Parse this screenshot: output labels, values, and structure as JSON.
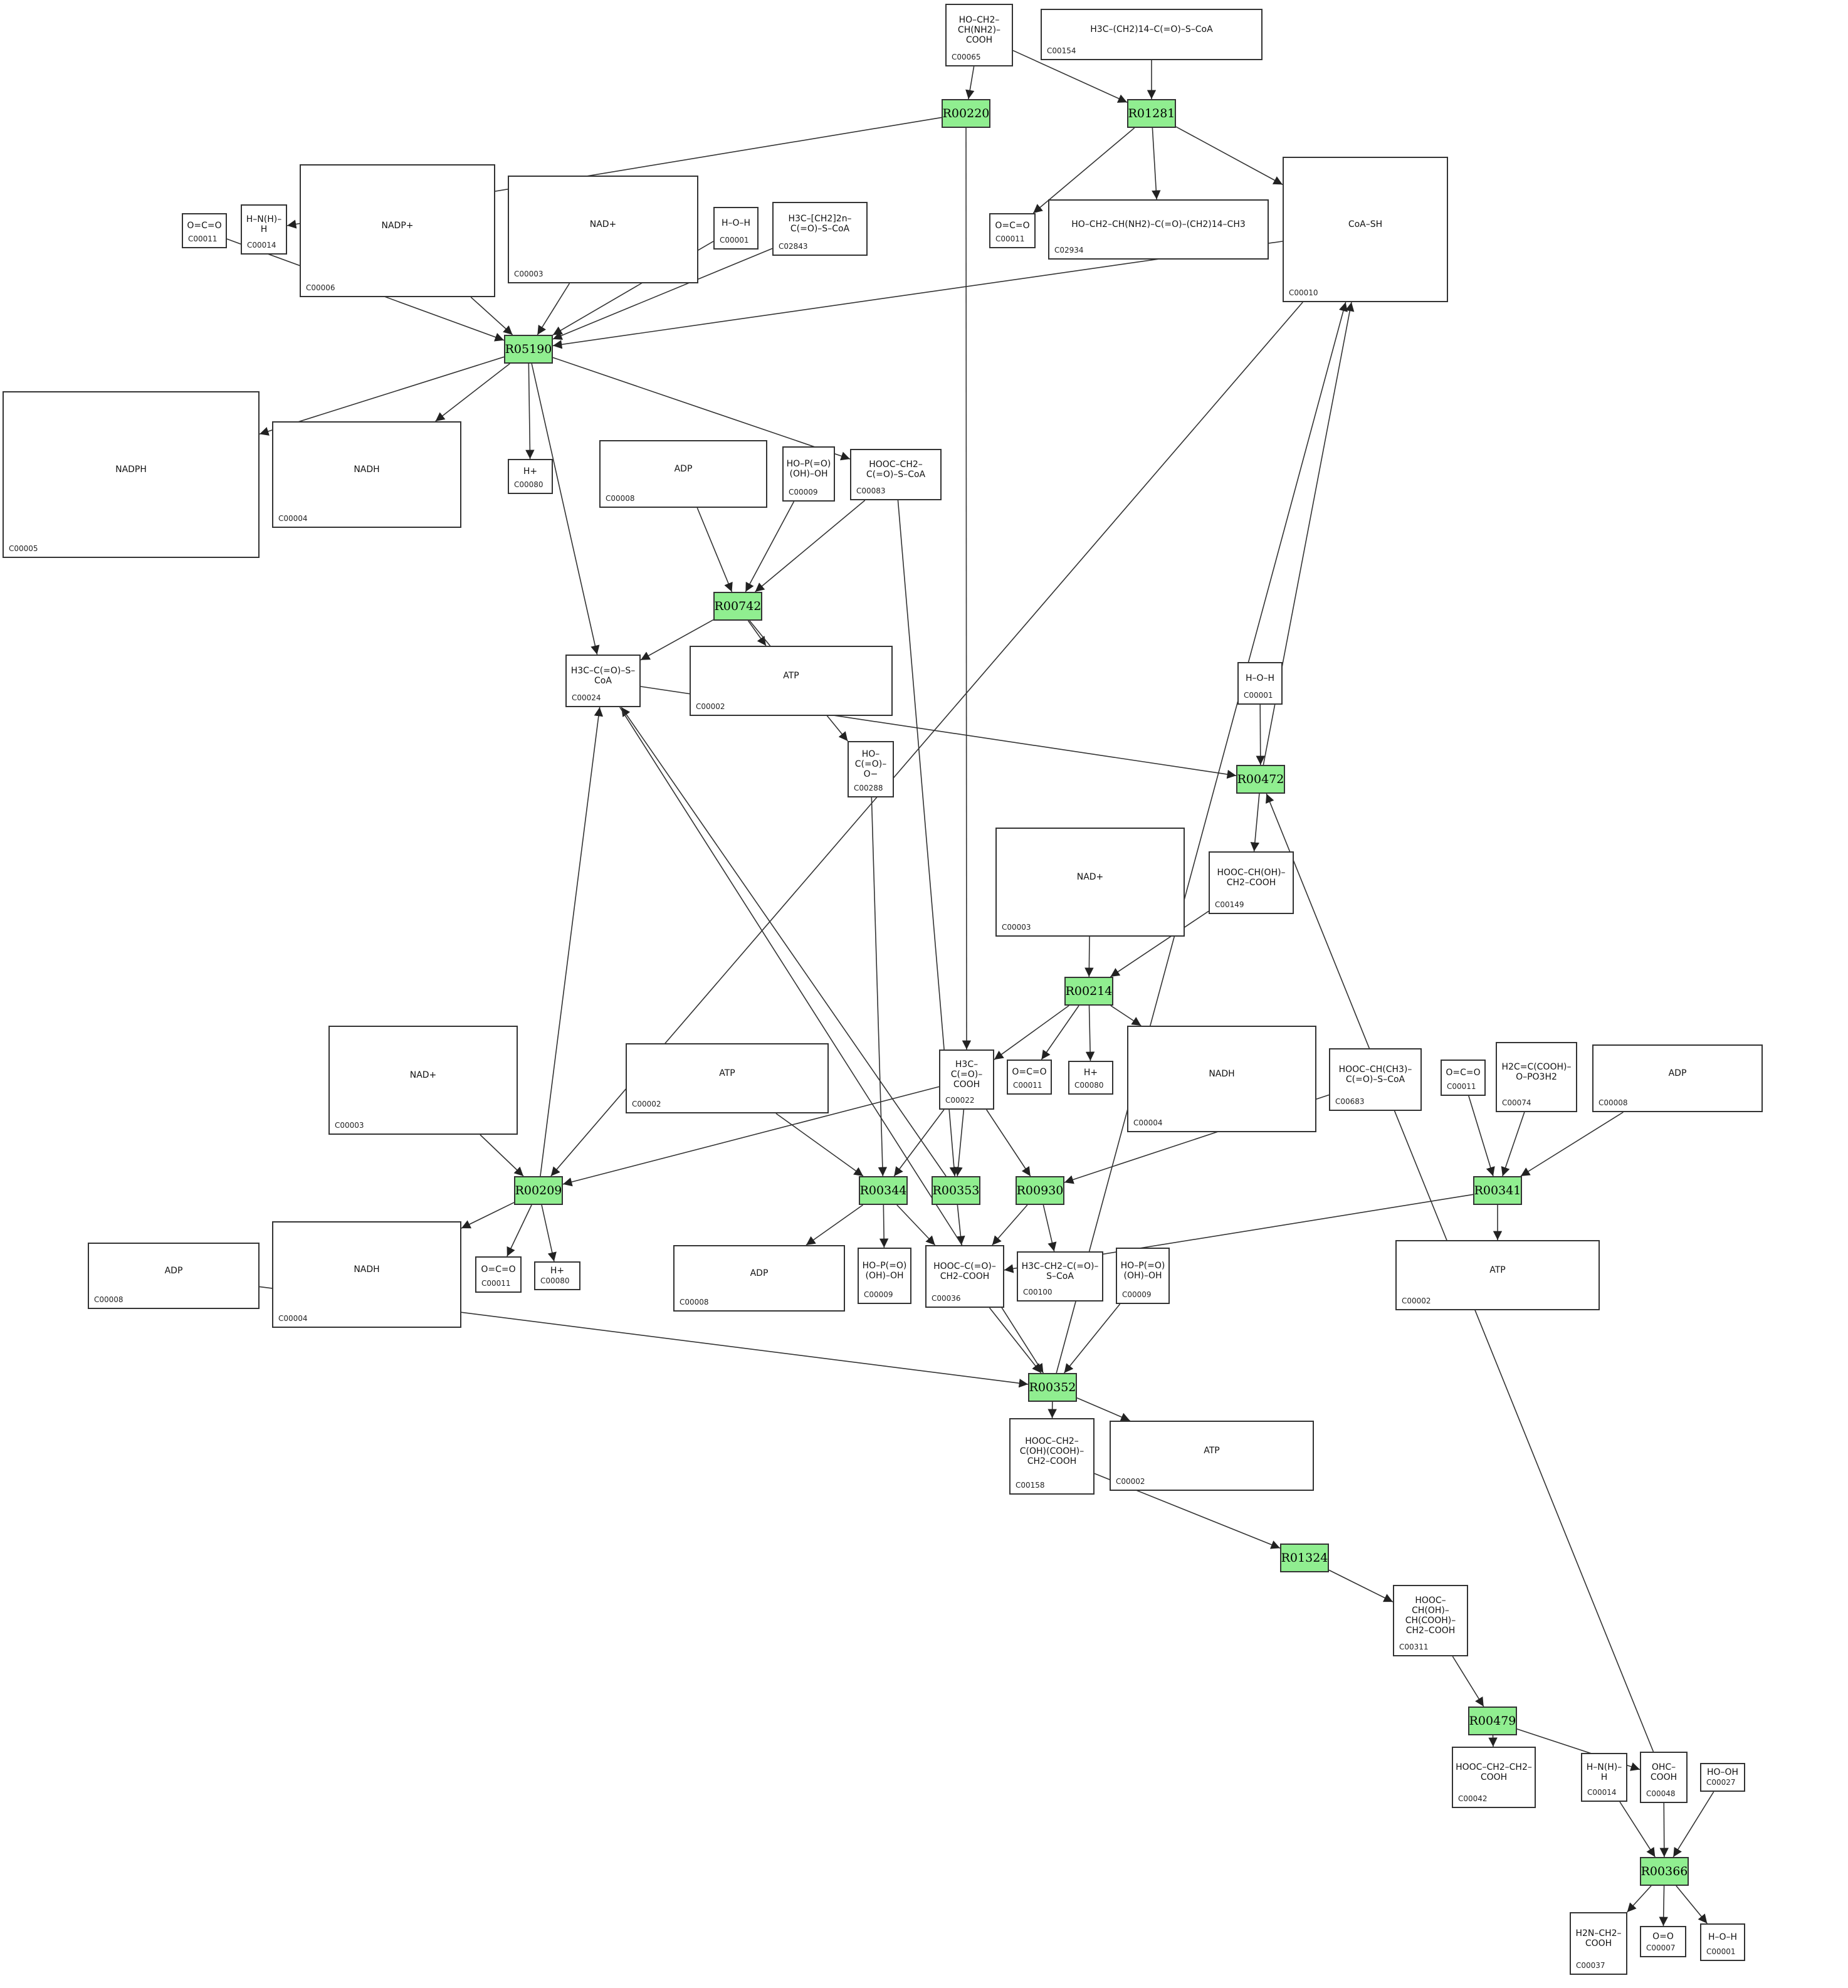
{
  "compounds": [
    {
      "id": "n_c00065",
      "label": "C00065",
      "formula": "HO–CH2–CH(NH2)–COOH"
    },
    {
      "id": "n_c00154",
      "label": "C00154",
      "formula": "H3C–(CH2)14–C(=O)–S–CoA"
    },
    {
      "id": "n_c00011a",
      "label": "C00011",
      "formula": "O=C=O"
    },
    {
      "id": "n_c00014a",
      "label": "C00014",
      "formula": "H–N(H)–H"
    },
    {
      "id": "n_c00006",
      "label": "C00006",
      "formula": "NADP+"
    },
    {
      "id": "n_c00003a",
      "label": "C00003",
      "formula": "NAD+"
    },
    {
      "id": "n_c00001a",
      "label": "C00001",
      "formula": "H–O–H"
    },
    {
      "id": "n_c02843",
      "label": "C02843",
      "formula": "H3C–[CH2]2n–C(=O)–S–CoA"
    },
    {
      "id": "n_c00011b",
      "label": "C00011",
      "formula": "O=C=O"
    },
    {
      "id": "n_c02934",
      "label": "C02934",
      "formula": "HO–CH2–CH(NH2)–C(=O)–(CH2)14–CH3"
    },
    {
      "id": "n_c00010",
      "label": "C00010",
      "formula": "CoA–SH"
    },
    {
      "id": "n_c00005",
      "label": "C00005",
      "formula": "NADPH"
    },
    {
      "id": "n_c00004a",
      "label": "C00004",
      "formula": "NADH"
    },
    {
      "id": "n_c00080a",
      "label": "C00080",
      "formula": "H+"
    },
    {
      "id": "n_c00008",
      "label": "C00008",
      "formula": "ADP"
    },
    {
      "id": "n_c00009a",
      "label": "C00009",
      "formula": "HO–P(=O)(OH)–OH"
    },
    {
      "id": "n_c00083",
      "label": "C00083",
      "formula": "HOOC–CH2–C(=O)–S–CoA"
    },
    {
      "id": "n_c00024",
      "label": "C00024",
      "formula": "H3C–C(=O)–S–CoA"
    },
    {
      "id": "n_c00002a",
      "label": "C00002",
      "formula": "ATP"
    },
    {
      "id": "n_c00288",
      "label": "C00288",
      "formula": "HO–C(=O)–O−"
    },
    {
      "id": "n_c00001b",
      "label": "C00001",
      "formula": "H–O–H"
    },
    {
      "id": "n_c00003b",
      "label": "C00003",
      "formula": "NAD+"
    },
    {
      "id": "n_c00149",
      "label": "C00149",
      "formula": "HOOC–CH(OH)–CH2–COOH"
    },
    {
      "id": "n_c00003c",
      "label": "C00003",
      "formula": "NAD+"
    },
    {
      "id": "n_c00002b",
      "label": "C00002",
      "formula": "ATP"
    },
    {
      "id": "n_c00022",
      "label": "C00022",
      "formula": "H3C–C(=O)–COOH"
    },
    {
      "id": "n_c00011c",
      "label": "C00011",
      "formula": "O=C=O"
    },
    {
      "id": "n_c00080b",
      "label": "C00080",
      "formula": "H+"
    },
    {
      "id": "n_c00004b",
      "label": "C00004",
      "formula": "NADH"
    },
    {
      "id": "n_c00683",
      "label": "C00683",
      "formula": "HOOC–CH(CH3)–C(=O)–S–CoA"
    },
    {
      "id": "n_c00011d",
      "label": "C00011",
      "formula": "O=C=O"
    },
    {
      "id": "n_c00074",
      "label": "C00074",
      "formula": "H2C=C(COOH)–O–PO3H2"
    },
    {
      "id": "n_c00008b",
      "label": "C00008",
      "formula": "ADP"
    },
    {
      "id": "n_c00008c",
      "label": "C00008",
      "formula": "ADP"
    },
    {
      "id": "n_c00004c",
      "label": "C00004",
      "formula": "NADH"
    },
    {
      "id": "n_c00011e",
      "label": "C00011",
      "formula": "O=C=O"
    },
    {
      "id": "n_c00080c",
      "label": "C00080",
      "formula": "H+"
    },
    {
      "id": "n_c00008d",
      "label": "C00008",
      "formula": "ADP"
    },
    {
      "id": "n_c00009b",
      "label": "C00009",
      "formula": "HO–P(=O)(OH)–OH"
    },
    {
      "id": "n_c00036",
      "label": "C00036",
      "formula": "HOOC–C(=O)–CH2–COOH"
    },
    {
      "id": "n_c00100",
      "label": "C00100",
      "formula": "H3C–CH2–C(=O)–S–CoA"
    },
    {
      "id": "n_c00009c",
      "label": "C00009",
      "formula": "HO–P(=O)(OH)–OH"
    },
    {
      "id": "n_c00002c",
      "label": "C00002",
      "formula": "ATP"
    },
    {
      "id": "n_c00158",
      "label": "C00158",
      "formula": "HOOC–CH2–C(OH)(COOH)–CH2–COOH"
    },
    {
      "id": "n_c00002d",
      "label": "C00002",
      "formula": "ATP"
    },
    {
      "id": "n_c00311",
      "label": "C00311",
      "formula": "HOOC–CH(OH)–CH(COOH)–CH2–COOH"
    },
    {
      "id": "n_c00042",
      "label": "C00042",
      "formula": "HOOC–CH2–CH2–COOH"
    },
    {
      "id": "n_c00014b",
      "label": "C00014",
      "formula": "H–N(H)–H"
    },
    {
      "id": "n_c00048",
      "label": "C00048",
      "formula": "OHC–COOH"
    },
    {
      "id": "n_c00027",
      "label": "C00027",
      "formula": "HO–OH"
    },
    {
      "id": "n_c00037",
      "label": "C00037",
      "formula": "H2N–CH2–COOH"
    },
    {
      "id": "n_c00007",
      "label": "C00007",
      "formula": "O=O"
    },
    {
      "id": "n_c00001c",
      "label": "C00001",
      "formula": "H–O–H"
    }
  ],
  "reactions": [
    {
      "id": "r_r00220",
      "label": "R00220"
    },
    {
      "id": "r_r01281",
      "label": "R01281"
    },
    {
      "id": "r_r05190",
      "label": "R05190"
    },
    {
      "id": "r_r00742",
      "label": "R00742"
    },
    {
      "id": "r_r00472",
      "label": "R00472"
    },
    {
      "id": "r_r00214",
      "label": "R00214"
    },
    {
      "id": "r_r00209",
      "label": "R00209"
    },
    {
      "id": "r_r00344",
      "label": "R00344"
    },
    {
      "id": "r_r00353",
      "label": "R00353"
    },
    {
      "id": "r_r00930",
      "label": "R00930"
    },
    {
      "id": "r_r00341",
      "label": "R00341"
    },
    {
      "id": "r_r00352",
      "label": "R00352"
    },
    {
      "id": "r_r01324",
      "label": "R01324"
    },
    {
      "id": "r_r00479",
      "label": "R00479"
    },
    {
      "id": "r_r00366",
      "label": "R00366"
    }
  ],
  "edges": [
    [
      "n_c00065",
      "r_r00220"
    ],
    [
      "n_c00065",
      "r_r01281"
    ],
    [
      "n_c00154",
      "r_r01281"
    ],
    [
      "r_r00220",
      "n_c00014a"
    ],
    [
      "r_r00220",
      "n_c00022"
    ],
    [
      "r_r01281",
      "n_c00011b"
    ],
    [
      "r_r01281",
      "n_c02934"
    ],
    [
      "r_r01281",
      "n_c00010"
    ],
    [
      "n_c00011a",
      "r_r05190"
    ],
    [
      "n_c00006",
      "r_r05190"
    ],
    [
      "n_c00003a",
      "r_r05190"
    ],
    [
      "n_c00001a",
      "r_r05190"
    ],
    [
      "n_c02843",
      "r_r05190"
    ],
    [
      "n_c00010",
      "r_r05190"
    ],
    [
      "r_r05190",
      "n_c00005"
    ],
    [
      "r_r05190",
      "n_c00004a"
    ],
    [
      "r_r05190",
      "n_c00080a"
    ],
    [
      "r_r05190",
      "n_c00083"
    ],
    [
      "r_r05190",
      "n_c00024"
    ],
    [
      "n_c00010",
      "r_r00209"
    ],
    [
      "n_c00008",
      "r_r00742"
    ],
    [
      "n_c00009a",
      "r_r00742"
    ],
    [
      "n_c00083",
      "r_r00742"
    ],
    [
      "r_r00742",
      "n_c00024"
    ],
    [
      "r_r00742",
      "n_c00002a"
    ],
    [
      "r_r00742",
      "n_c00288"
    ],
    [
      "n_c00024",
      "r_r00472"
    ],
    [
      "n_c00001b",
      "r_r00472"
    ],
    [
      "r_r00472",
      "n_c00149"
    ],
    [
      "r_r00472",
      "n_c00010"
    ],
    [
      "n_c00048",
      "r_r00472"
    ],
    [
      "n_c00003b",
      "r_r00214"
    ],
    [
      "n_c00149",
      "r_r00214"
    ],
    [
      "r_r00214",
      "n_c00022"
    ],
    [
      "r_r00214",
      "n_c00011c"
    ],
    [
      "r_r00214",
      "n_c00080b"
    ],
    [
      "r_r00214",
      "n_c00004b"
    ],
    [
      "n_c00003c",
      "r_r00209"
    ],
    [
      "n_c00022",
      "r_r00209"
    ],
    [
      "r_r00209",
      "n_c00024"
    ],
    [
      "r_r00209",
      "n_c00004c"
    ],
    [
      "r_r00209",
      "n_c00011e"
    ],
    [
      "r_r00209",
      "n_c00080c"
    ],
    [
      "n_c00002b",
      "r_r00344"
    ],
    [
      "n_c00022",
      "r_r00344"
    ],
    [
      "n_c00288",
      "r_r00344"
    ],
    [
      "r_r00344",
      "n_c00008d"
    ],
    [
      "r_r00344",
      "n_c00009b"
    ],
    [
      "r_r00344",
      "n_c00036"
    ],
    [
      "n_c00022",
      "r_r00353"
    ],
    [
      "n_c00083",
      "r_r00353"
    ],
    [
      "r_r00353",
      "n_c00024"
    ],
    [
      "r_r00353",
      "n_c00036"
    ],
    [
      "n_c00022",
      "r_r00930"
    ],
    [
      "n_c00683",
      "r_r00930"
    ],
    [
      "r_r00930",
      "n_c00036"
    ],
    [
      "r_r00930",
      "n_c00100"
    ],
    [
      "n_c00011d",
      "r_r00341"
    ],
    [
      "n_c00074",
      "r_r00341"
    ],
    [
      "n_c00008b",
      "r_r00341"
    ],
    [
      "r_r00341",
      "n_c00036"
    ],
    [
      "r_r00341",
      "n_c00002c"
    ],
    [
      "n_c00008c",
      "r_r00352"
    ],
    [
      "n_c00024",
      "r_r00352"
    ],
    [
      "n_c00036",
      "r_r00352"
    ],
    [
      "n_c00009c",
      "r_r00352"
    ],
    [
      "r_r00352",
      "n_c00010"
    ],
    [
      "r_r00352",
      "n_c00158"
    ],
    [
      "r_r00352",
      "n_c00002d"
    ],
    [
      "n_c00158",
      "r_r01324"
    ],
    [
      "r_r01324",
      "n_c00311"
    ],
    [
      "n_c00311",
      "r_r00479"
    ],
    [
      "r_r00479",
      "n_c00042"
    ],
    [
      "r_r00479",
      "n_c00048"
    ],
    [
      "n_c00014b",
      "r_r00366"
    ],
    [
      "n_c00048",
      "r_r00366"
    ],
    [
      "n_c00027",
      "r_r00366"
    ],
    [
      "r_r00366",
      "n_c00037"
    ],
    [
      "r_r00366",
      "n_c00007"
    ],
    [
      "r_r00366",
      "n_c00001c"
    ]
  ],
  "colors": {
    "reaction_fill": "#90ee90",
    "stroke": "#333333",
    "background": "#ffffff"
  }
}
